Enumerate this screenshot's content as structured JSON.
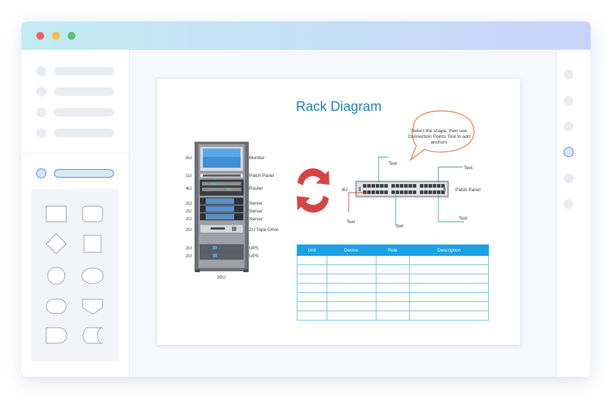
{
  "diagram": {
    "title": "Rack Diagram",
    "callout": "Select the shape, then use Connection Points Tool to add anchors",
    "rack": {
      "size_label": "30U",
      "units": [
        {
          "u": "6U",
          "device": "Monitor"
        },
        {
          "u": "1U",
          "device": "Patch Panel"
        },
        {
          "u": "4U",
          "device": "Router"
        },
        {
          "u": "2U",
          "device": "Server"
        },
        {
          "u": "2U",
          "device": "Server"
        },
        {
          "u": "2U",
          "device": "Server"
        },
        {
          "u": "2U",
          "device": "2U Tape Drive"
        },
        {
          "u": "2U",
          "device": "UPS"
        },
        {
          "u": "2U",
          "device": "UPS"
        }
      ]
    },
    "patch_panel": {
      "u": "4U",
      "label": "Patch Panel",
      "text_labels": [
        "Text",
        "Text",
        "Text",
        "Text",
        "Text"
      ]
    },
    "table": {
      "headers": [
        "Unit",
        "Device",
        "Role",
        "Description"
      ],
      "empty_rows": 7
    }
  },
  "colors": {
    "accent": "#4a8de6",
    "title_blue": "#1a7eb9",
    "table_header": "#1aa2e3",
    "refresh_arrow": "#d64545",
    "callout_stroke": "#e8743b"
  }
}
